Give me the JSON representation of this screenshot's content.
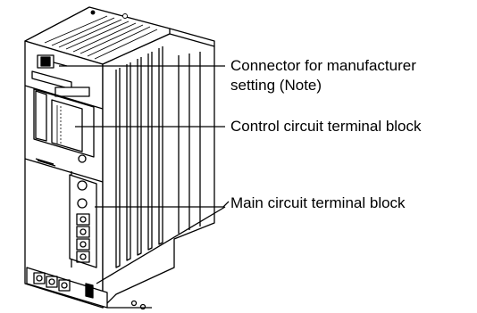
{
  "figure": {
    "image_name": "servo-amplifier-drawing",
    "labels": [
      {
        "id": "connector-manufacturer",
        "lines": [
          "Connector for manufacturer",
          "setting (Note)"
        ]
      },
      {
        "id": "control-terminal-block",
        "lines": [
          "Control circuit terminal block"
        ]
      },
      {
        "id": "main-terminal-block",
        "lines": [
          "Main circuit terminal block"
        ]
      }
    ]
  }
}
